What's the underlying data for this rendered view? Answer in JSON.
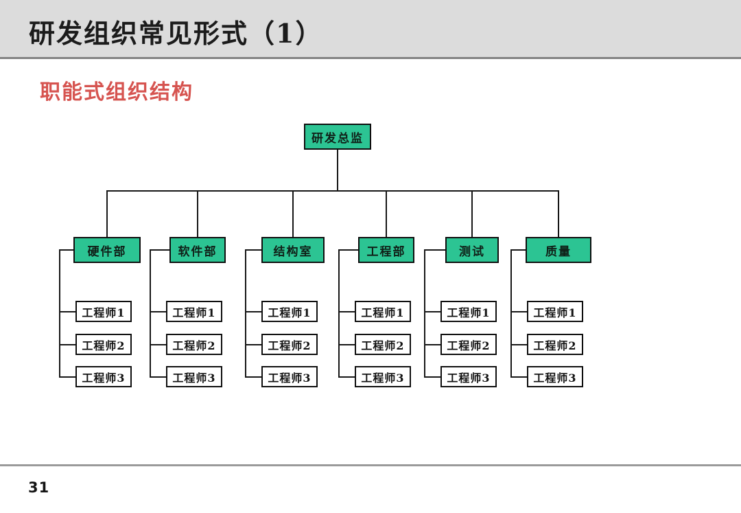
{
  "slide": {
    "title": "研发组织常见形式（1）",
    "subtitle": "职能式组织结构",
    "page_number": "31"
  },
  "colors": {
    "node_green": "#2cc493",
    "subtitle_red": "#d65450",
    "header_bg": "#dcdcdc",
    "connector": "#161616"
  },
  "org_chart": {
    "type": "org-tree",
    "root": {
      "label": "研发总监"
    },
    "departments": [
      {
        "label": "硬件部",
        "members": [
          "工程师1",
          "工程师2",
          "工程师3"
        ]
      },
      {
        "label": "软件部",
        "members": [
          "工程师1",
          "工程师2",
          "工程师3"
        ]
      },
      {
        "label": "结构室",
        "members": [
          "工程师1",
          "工程师2",
          "工程师3"
        ]
      },
      {
        "label": "工程部",
        "members": [
          "工程师1",
          "工程师2",
          "工程师3"
        ]
      },
      {
        "label": "测试",
        "members": [
          "工程师1",
          "工程师2",
          "工程师3"
        ]
      },
      {
        "label": "质量",
        "members": [
          "工程师1",
          "工程师2",
          "工程师3"
        ]
      }
    ]
  }
}
